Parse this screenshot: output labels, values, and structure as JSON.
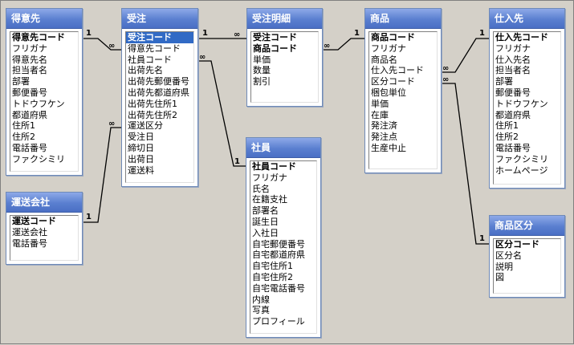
{
  "tables": [
    {
      "id": "tokuisaki",
      "title": "得意先",
      "fields": [
        {
          "name": "得意先コード",
          "pk": true
        },
        {
          "name": "フリガナ"
        },
        {
          "name": "得意先名"
        },
        {
          "name": "担当者名"
        },
        {
          "name": "部署"
        },
        {
          "name": "郵便番号"
        },
        {
          "name": "トドウフケン"
        },
        {
          "name": "都道府県"
        },
        {
          "name": "住所1"
        },
        {
          "name": "住所2"
        },
        {
          "name": "電話番号"
        },
        {
          "name": "ファクシミリ"
        }
      ]
    },
    {
      "id": "unso",
      "title": "運送会社",
      "fields": [
        {
          "name": "運送コード",
          "pk": true
        },
        {
          "name": "運送会社"
        },
        {
          "name": "電話番号"
        }
      ]
    },
    {
      "id": "juchu",
      "title": "受注",
      "fields": [
        {
          "name": "受注コード",
          "pk": true,
          "selected": true
        },
        {
          "name": "得意先コード"
        },
        {
          "name": "社員コード"
        },
        {
          "name": "出荷先名"
        },
        {
          "name": "出荷先郵便番号"
        },
        {
          "name": "出荷先都道府県"
        },
        {
          "name": "出荷先住所1"
        },
        {
          "name": "出荷先住所2"
        },
        {
          "name": "運送区分"
        },
        {
          "name": "受注日"
        },
        {
          "name": "締切日"
        },
        {
          "name": "出荷日"
        },
        {
          "name": "運送料"
        }
      ]
    },
    {
      "id": "meisai",
      "title": "受注明細",
      "fields": [
        {
          "name": "受注コード",
          "pk": true
        },
        {
          "name": "商品コード",
          "pk": true
        },
        {
          "name": "単価"
        },
        {
          "name": "数量"
        },
        {
          "name": "割引"
        }
      ]
    },
    {
      "id": "shain",
      "title": "社員",
      "fields": [
        {
          "name": "社員コード",
          "pk": true
        },
        {
          "name": "フリガナ"
        },
        {
          "name": "氏名"
        },
        {
          "name": "在籍支社"
        },
        {
          "name": "部署名"
        },
        {
          "name": "誕生日"
        },
        {
          "name": "入社日"
        },
        {
          "name": "自宅郵便番号"
        },
        {
          "name": "自宅都道府県"
        },
        {
          "name": "自宅住所1"
        },
        {
          "name": "自宅住所2"
        },
        {
          "name": "自宅電話番号"
        },
        {
          "name": "内線"
        },
        {
          "name": "写真"
        },
        {
          "name": "プロフィール"
        }
      ]
    },
    {
      "id": "shohin",
      "title": "商品",
      "fields": [
        {
          "name": "商品コード",
          "pk": true
        },
        {
          "name": "フリガナ"
        },
        {
          "name": "商品名"
        },
        {
          "name": "仕入先コード"
        },
        {
          "name": "区分コード"
        },
        {
          "name": "梱包単位"
        },
        {
          "name": "単価"
        },
        {
          "name": "在庫"
        },
        {
          "name": "発注済"
        },
        {
          "name": "発注点"
        },
        {
          "name": "生産中止"
        }
      ]
    },
    {
      "id": "shiiresaki",
      "title": "仕入先",
      "fields": [
        {
          "name": "仕入先コード",
          "pk": true
        },
        {
          "name": "フリガナ"
        },
        {
          "name": "仕入先名"
        },
        {
          "name": "担当者名"
        },
        {
          "name": "部署"
        },
        {
          "name": "郵便番号"
        },
        {
          "name": "トドウフケン"
        },
        {
          "name": "都道府県"
        },
        {
          "name": "住所1"
        },
        {
          "name": "住所2"
        },
        {
          "name": "電話番号"
        },
        {
          "name": "ファクシミリ"
        },
        {
          "name": "ホームページ"
        }
      ]
    },
    {
      "id": "kubun",
      "title": "商品区分",
      "fields": [
        {
          "name": "区分コード",
          "pk": true
        },
        {
          "name": "区分名"
        },
        {
          "name": "説明"
        },
        {
          "name": "図"
        }
      ]
    }
  ],
  "relationships": [
    {
      "id": "tokuisaki-juchu",
      "one": "1",
      "many": "∞"
    },
    {
      "id": "unso-juchu",
      "one": "1",
      "many": "∞"
    },
    {
      "id": "juchu-meisai",
      "one": "1",
      "many": "∞"
    },
    {
      "id": "juchu-shain",
      "one": "1",
      "many": "∞"
    },
    {
      "id": "meisai-shohin",
      "one": "1",
      "many": "∞"
    },
    {
      "id": "shohin-shiiresaki",
      "one": "1",
      "many": "∞"
    },
    {
      "id": "shohin-kubun",
      "one": "1",
      "many": "∞"
    }
  ]
}
